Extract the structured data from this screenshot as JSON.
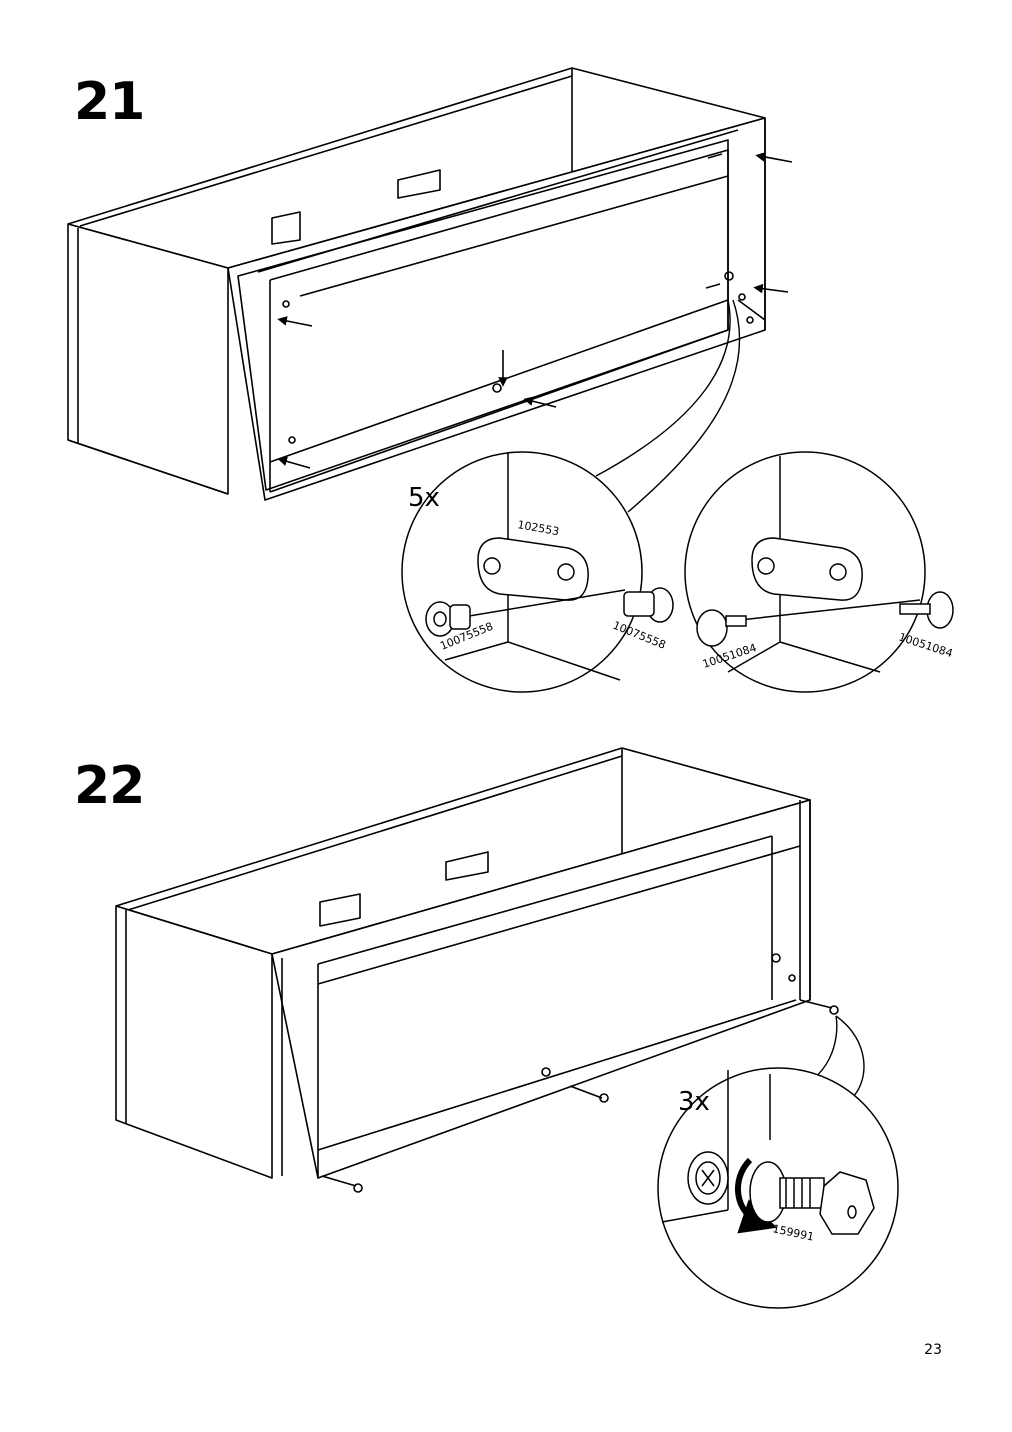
{
  "page": {
    "number": "23"
  },
  "steps": [
    {
      "number": "21",
      "detail_left": {
        "quantity": "5x",
        "parts": [
          "102553",
          "10075558",
          "10075558"
        ]
      },
      "detail_right": {
        "parts": [
          "10051084",
          "10051084"
        ]
      }
    },
    {
      "number": "22",
      "detail": {
        "quantity": "3x",
        "parts": [
          "159991"
        ]
      }
    }
  ]
}
